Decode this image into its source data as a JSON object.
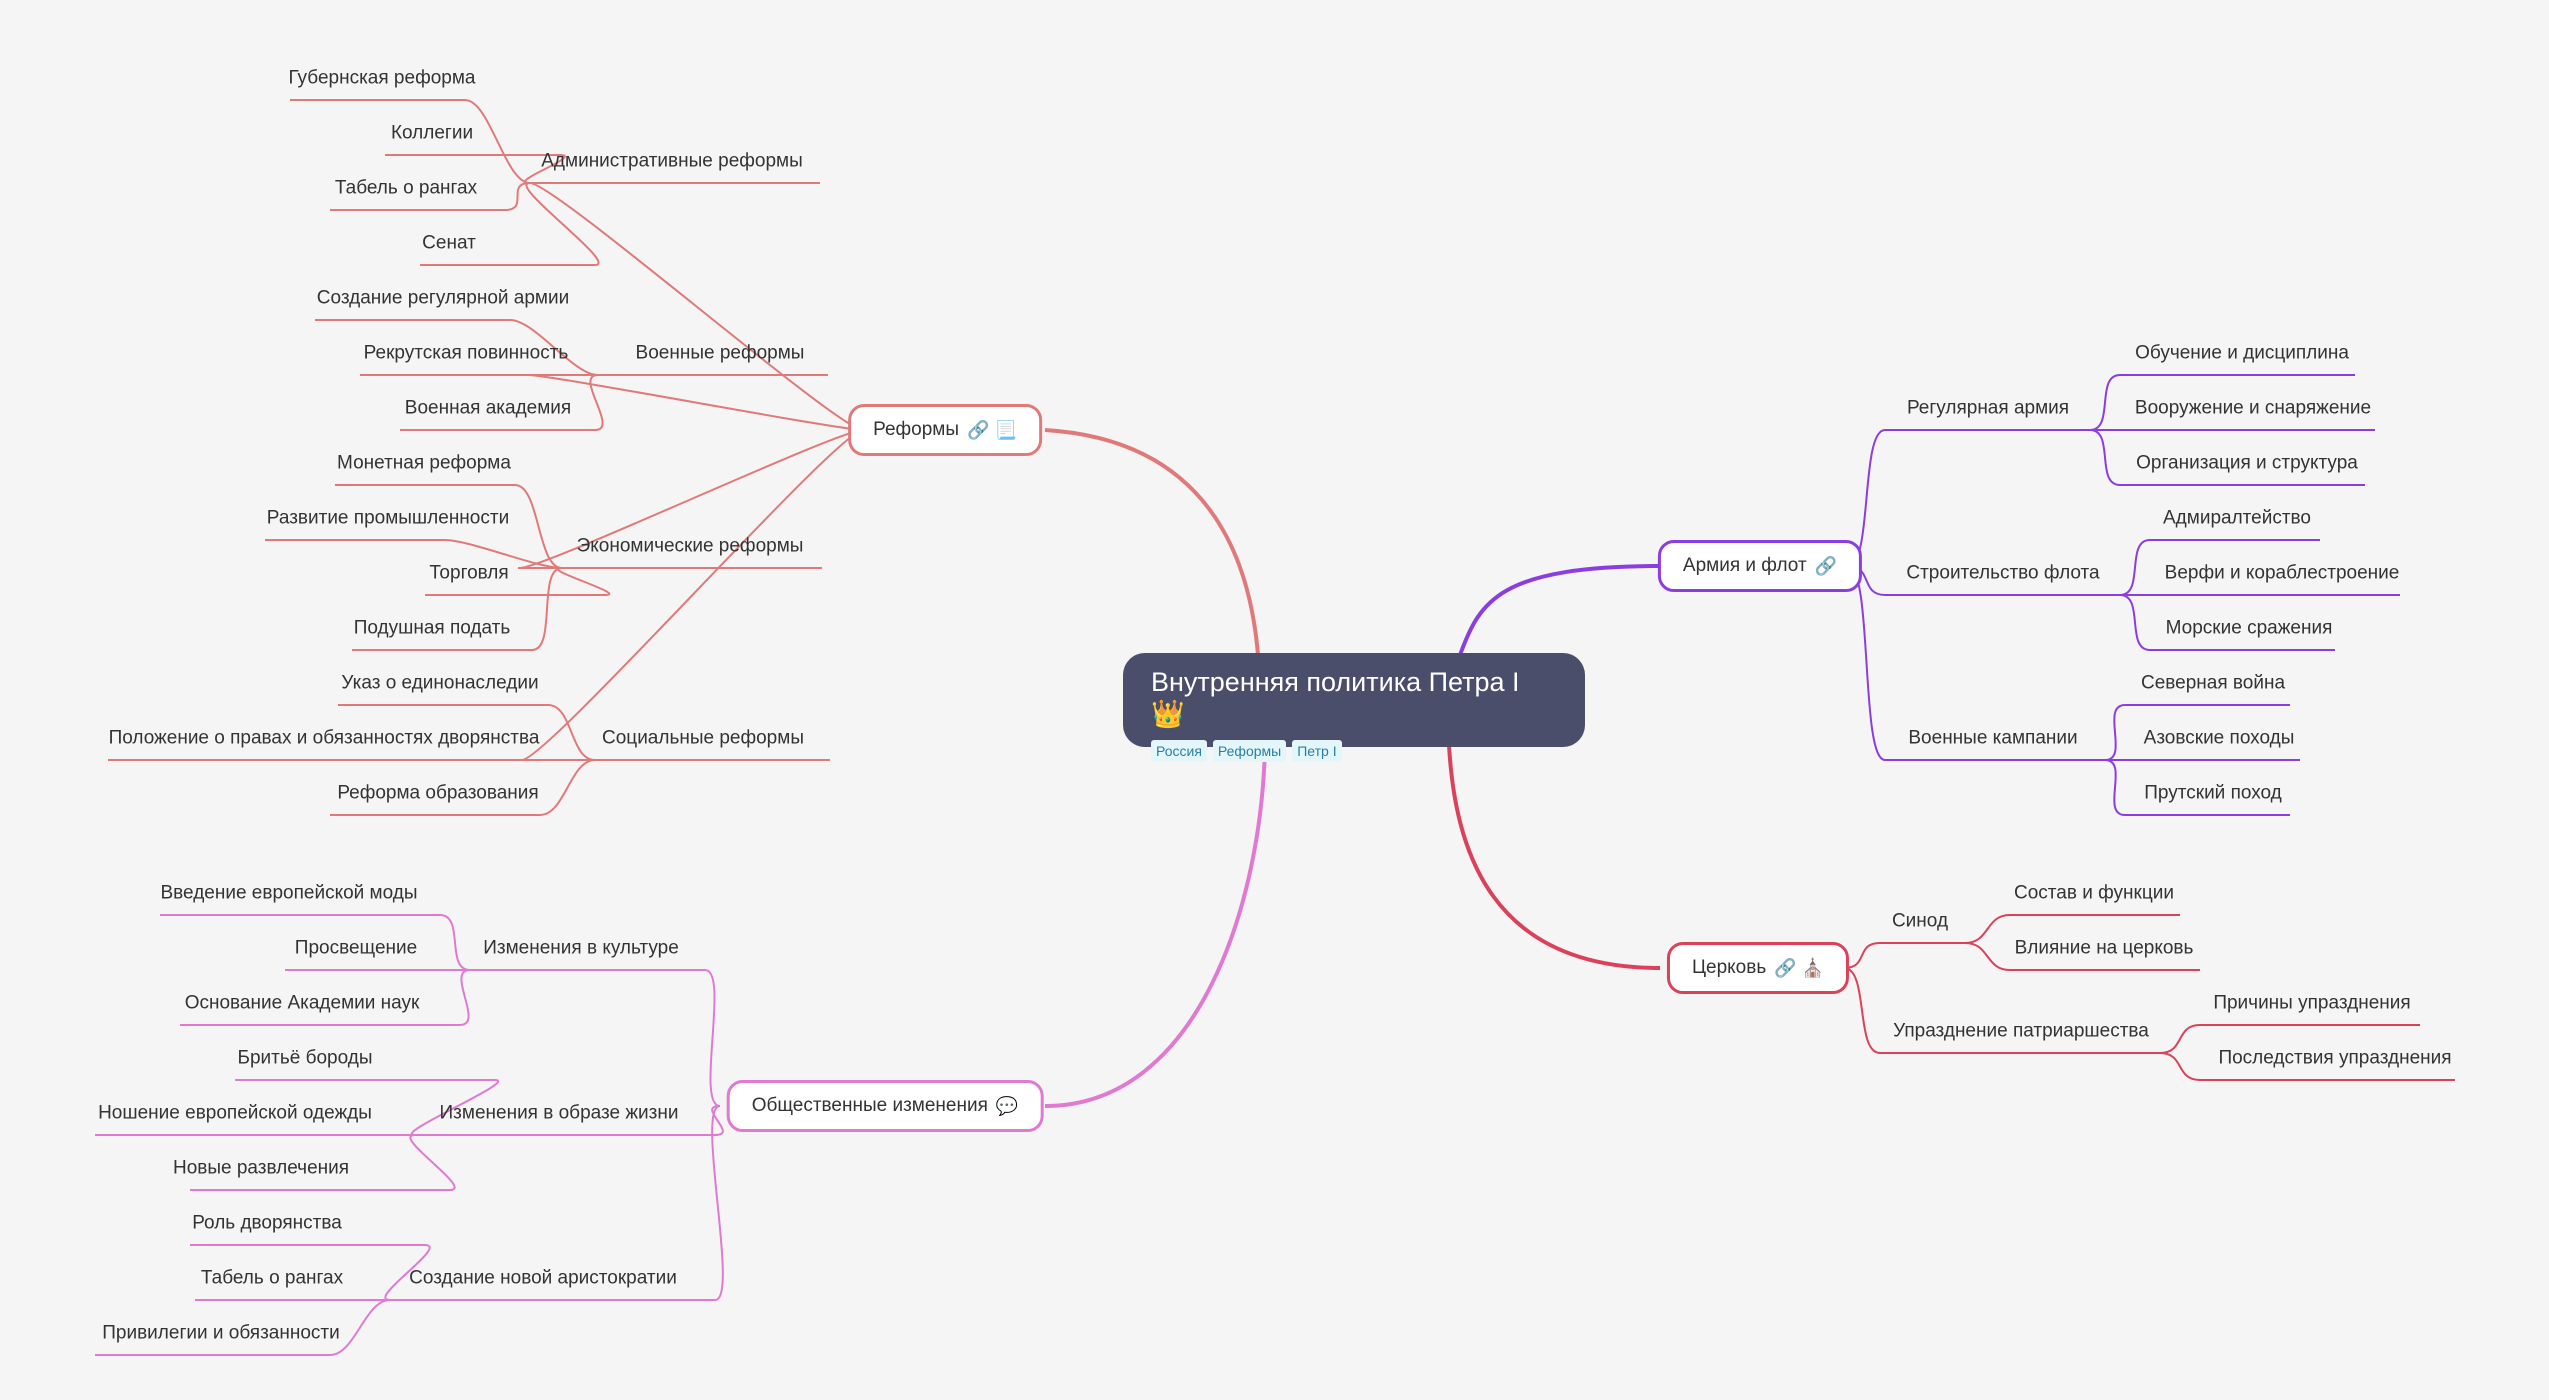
{
  "central": {
    "title": "Внутренняя политика Петра I 👑",
    "tags": [
      "Россия",
      "Реформы",
      "Петр I"
    ]
  },
  "branches": {
    "reforms": {
      "label": "Реформы",
      "icons": "🔗 📃"
    },
    "army": {
      "label": "Армия и флот",
      "icons": "🔗"
    },
    "church": {
      "label": "Церковь",
      "icons": "🔗 ⛪"
    },
    "society": {
      "label": "Общественные изменения",
      "icons": "💬"
    }
  },
  "nodes": {
    "admin": "Административные реформы",
    "gub": "Губернская реформа",
    "koll": "Коллегии",
    "tabel1": "Табель о рангах",
    "senat": "Сенат",
    "voen": "Военные реформы",
    "reg_army": "Создание регулярной армии",
    "rekrut": "Рекрутская повинность",
    "akad": "Военная академия",
    "econ": "Экономические реформы",
    "monet": "Монетная реформа",
    "prom": "Развитие промышленности",
    "torg": "Торговля",
    "podush": "Подушная подать",
    "soc": "Социальные реформы",
    "ukaz": "Указ о единонаследии",
    "polozh": "Положение о правах и обязанностях дворянства",
    "obraz": "Реформа образования",
    "regarmy": "Регулярная армия",
    "obuch": "Обучение и дисциплина",
    "vooruzh": "Вооружение и снаряжение",
    "organiz": "Организация и структура",
    "stroit": "Строительство флота",
    "admir": "Адмиралтейство",
    "verfi": "Верфи и кораблестроение",
    "morsk": "Морские сражения",
    "kamp": "Военные кампании",
    "sever": "Северная война",
    "azov": "Азовские походы",
    "prut": "Прутский поход",
    "sinod": "Синод",
    "sostav": "Состав и функции",
    "vliyan": "Влияние на церковь",
    "uprazd": "Упразднение патриаршества",
    "prich": "Причины упразднения",
    "posled": "Последствия упразднения",
    "kult": "Изменения в культуре",
    "moda": "Введение европейской моды",
    "prosv": "Просвещение",
    "akadnauk": "Основание Академии наук",
    "obraz_zh": "Изменения в образе жизни",
    "brit": "Бритьё бороды",
    "nosh": "Ношение европейской одежды",
    "razvl": "Новые развлечения",
    "aristo": "Создание новой аристократии",
    "rol": "Роль дворянства",
    "tabel2": "Табель о рангах",
    "privil": "Привилегии и обязанности"
  },
  "colors": {
    "reforms": "#e07a7a",
    "army": "#8a3ee0",
    "church": "#d9425a",
    "society": "#e07ad1",
    "central": "#4b4e6a",
    "bg": "#f6f5f5"
  }
}
